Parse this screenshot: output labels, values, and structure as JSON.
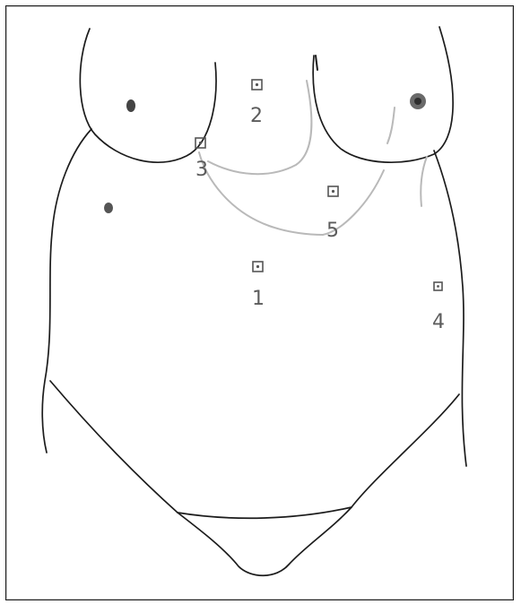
{
  "ports": [
    {
      "id": "port-1",
      "label": "1"
    },
    {
      "id": "port-2",
      "label": "2"
    },
    {
      "id": "port-3",
      "label": "3"
    },
    {
      "id": "port-4",
      "label": "4"
    },
    {
      "id": "port-5",
      "label": "5"
    }
  ],
  "colors": {
    "outline": "#1c1c1c",
    "liver_edge": "#b9b9b9",
    "marker": "#555555",
    "nipple": "#444444"
  }
}
